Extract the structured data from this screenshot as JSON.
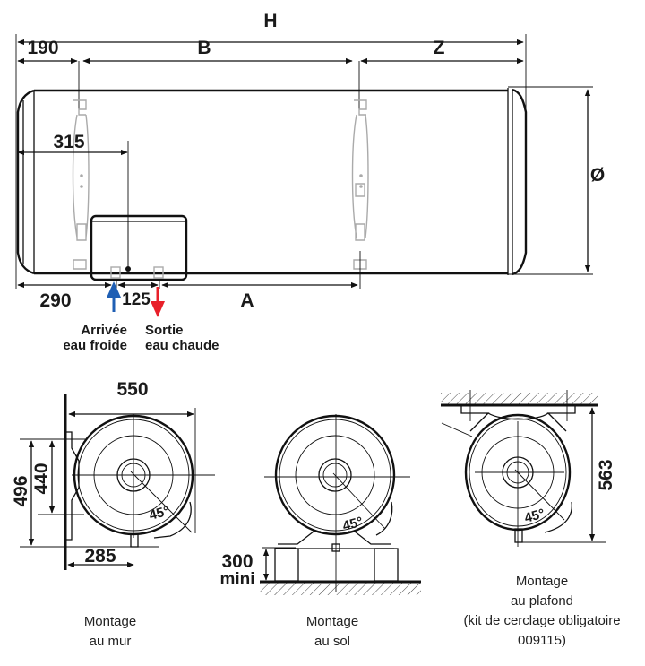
{
  "side_view": {
    "H": "H",
    "B": "B",
    "Z": "Z",
    "A": "A",
    "diameter": "Ø",
    "d190": "190",
    "d315": "315",
    "d290": "290",
    "d125": "125",
    "inlet_line1": "Arrivée",
    "inlet_line2": "eau froide",
    "outlet_line1": "Sortie",
    "outlet_line2": "eau chaude",
    "inlet_color": "#1f5fb4",
    "outlet_color": "#e8202a"
  },
  "wall_view": {
    "width": "550",
    "h496": "496",
    "h440": "440",
    "d285": "285",
    "angle": "45°",
    "caption1": "Montage",
    "caption2": "au mur"
  },
  "floor_view": {
    "d300": "300",
    "mini": "mini",
    "angle": "45°",
    "caption1": "Montage",
    "caption2": "au sol"
  },
  "ceiling_view": {
    "h563": "563",
    "angle": "45°",
    "caption1": "Montage",
    "caption2": "au plafond",
    "caption3": "(kit de cerclage obligatoire",
    "caption4": "009115)"
  }
}
